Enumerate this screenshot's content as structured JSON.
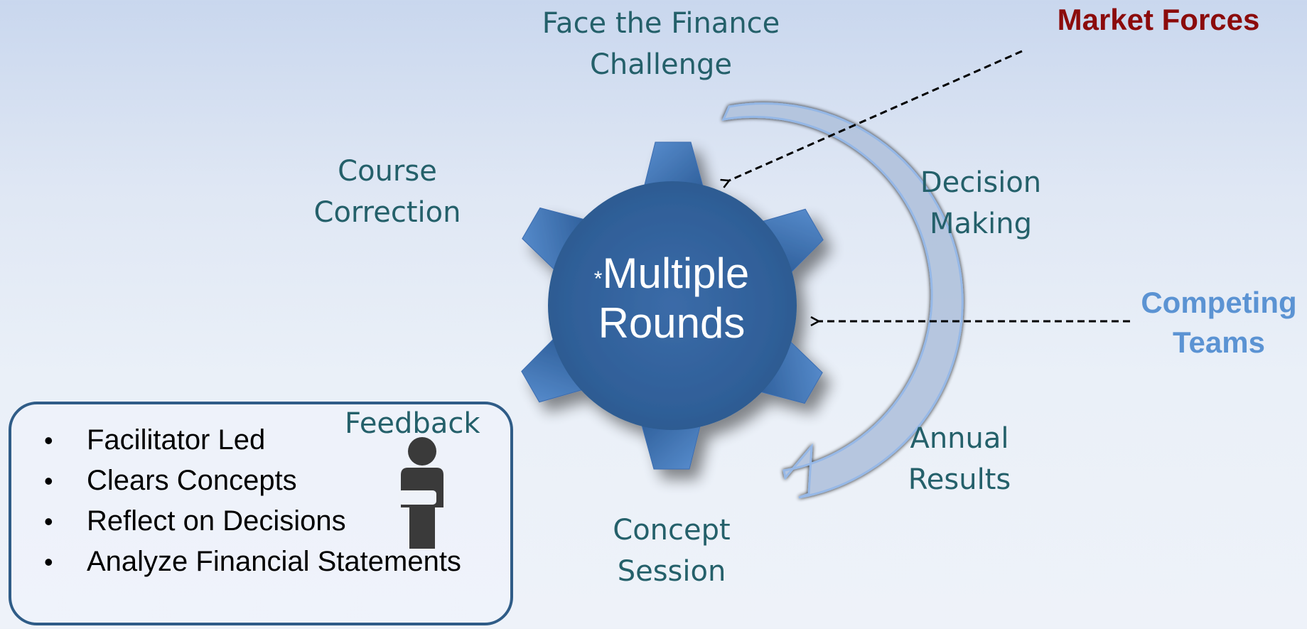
{
  "center": {
    "asterisk": "*",
    "line1": "Multiple",
    "line2": "Rounds"
  },
  "stages": {
    "face_finance": [
      "Face the Finance",
      "Challenge"
    ],
    "decision_making": [
      "Decision",
      "Making"
    ],
    "annual_results": [
      "Annual",
      "Results"
    ],
    "concept_session": [
      "Concept",
      "Session"
    ],
    "course_correction": [
      "Course",
      "Correction"
    ],
    "feedback": "Feedback"
  },
  "external": {
    "market_forces": "Market Forces",
    "competing_teams": [
      "Competing",
      "Teams"
    ]
  },
  "bullets": [
    "Facilitator Led",
    "Clears Concepts",
    "Reflect on Decisions",
    "Analyze Financial Statements"
  ],
  "colors": {
    "gear": "#2e5f9a",
    "label_text": "#24606a",
    "market_forces": "#8b0b0b",
    "competing_teams": "#5b93d3",
    "box_border": "#2f5c87",
    "person_icon": "#3a3a3a"
  },
  "icons": {
    "person": "person-icon",
    "gear": "gear-icon",
    "cycle_arrow": "curved-arrow-icon"
  }
}
